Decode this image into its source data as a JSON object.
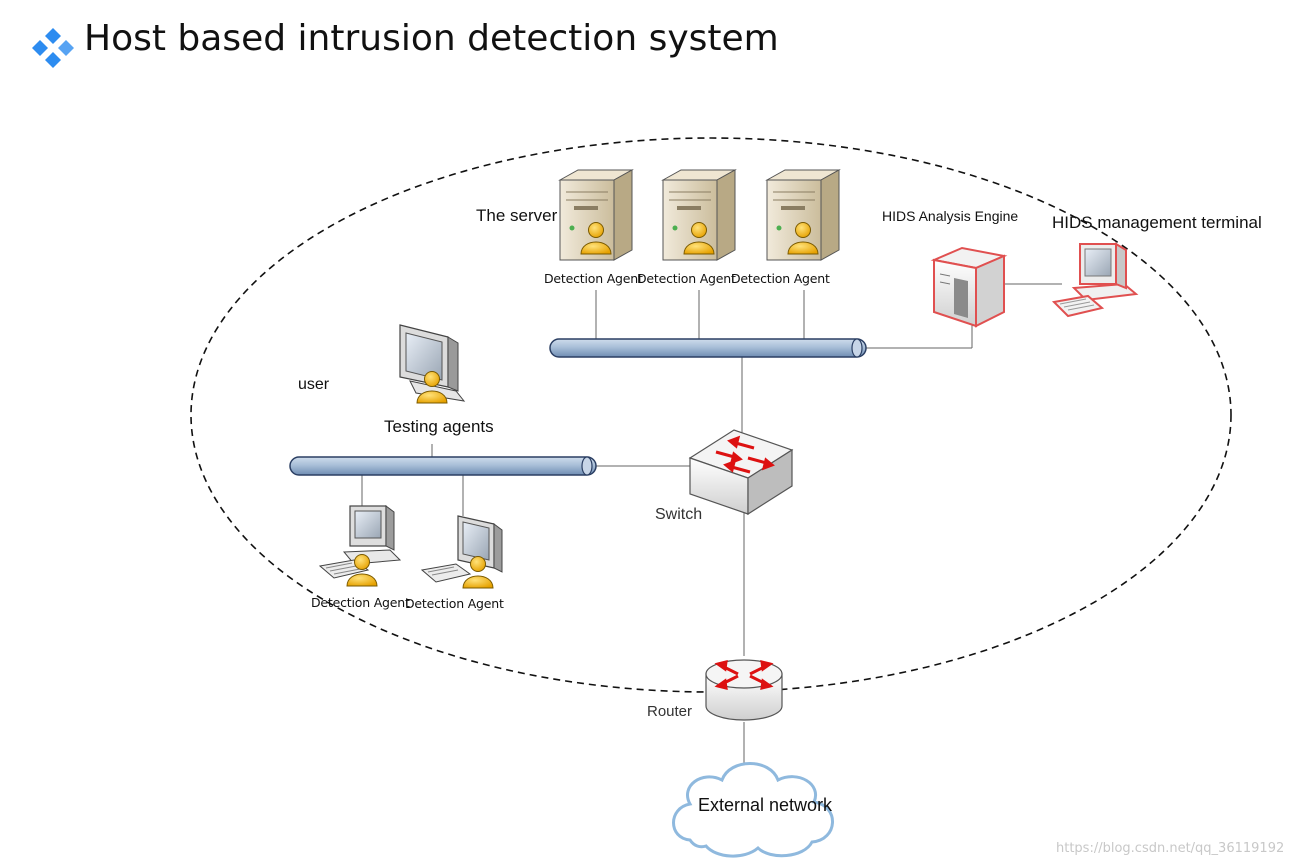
{
  "title": "Host based intrusion detection system",
  "colors": {
    "title_icon": "#2d8cf0",
    "bus_fill": "#a9bfd8",
    "bus_stroke": "#2b3f63",
    "server_body": "#e2d7bd",
    "agent_yellow": "#f6b800",
    "arrow_red": "#dd1111",
    "cloud_stroke": "#8fb9de"
  },
  "labels": {
    "server_group": "The server",
    "server_agents": [
      "Detection Agent",
      "Detection Agent",
      "Detection Agent"
    ],
    "analysis_engine": "HIDS Analysis Engine",
    "management_terminal": "HIDS management terminal",
    "user": "user",
    "testing_agents": "Testing agents",
    "user_agents": [
      "Detection Agent",
      "Detection Agent"
    ],
    "switch": "Switch",
    "router": "Router",
    "external_network": "External network"
  },
  "watermark": "https://blog.csdn.net/qq_36119192"
}
